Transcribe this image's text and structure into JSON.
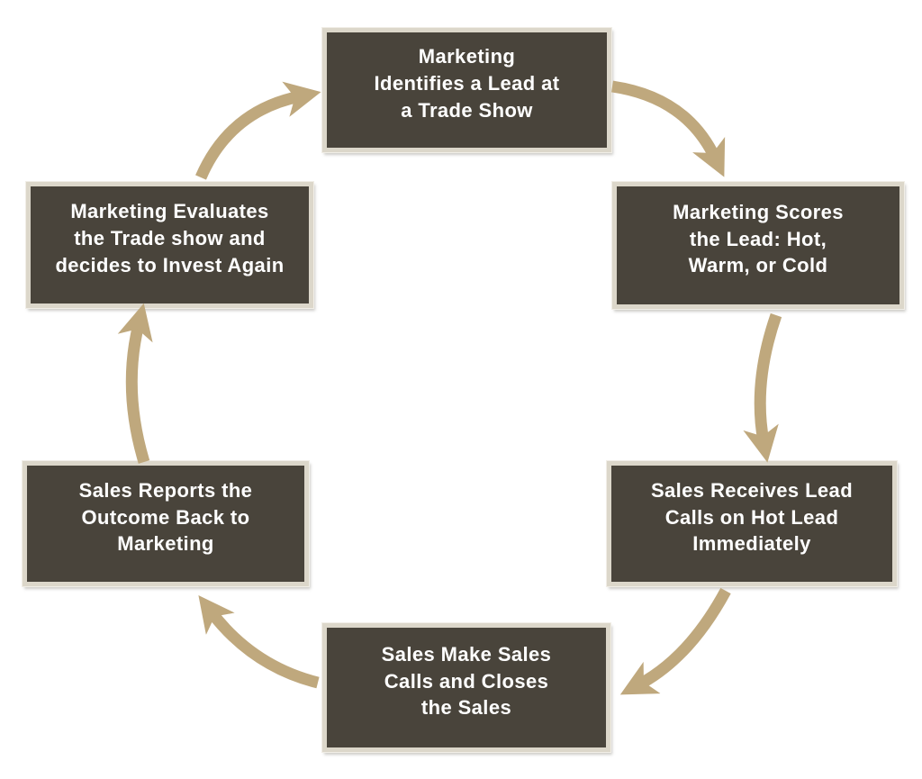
{
  "diagram": {
    "background": "#ffffff",
    "colors": {
      "box_fill": "#49443b",
      "box_border": "#dcd7ca",
      "box_text": "#ffffff",
      "arrow": "#bfa87d"
    },
    "steps": [
      {
        "id": "step-1",
        "position": "top",
        "label": "Marketing\nIdentifies a Lead at\na Trade Show"
      },
      {
        "id": "step-2",
        "position": "top-right",
        "label": "Marketing Scores\nthe Lead: Hot,\nWarm, or Cold"
      },
      {
        "id": "step-3",
        "position": "right",
        "label": "Sales Receives Lead\nCalls on Hot Lead\nImmediately"
      },
      {
        "id": "step-4",
        "position": "bottom",
        "label": "Sales Make Sales\nCalls and Closes\nthe Sales"
      },
      {
        "id": "step-5",
        "position": "left",
        "label": "Sales Reports the\nOutcome Back to\nMarketing"
      },
      {
        "id": "step-6",
        "position": "top-left",
        "label": "Marketing Evaluates\nthe Trade show and\ndecides to Invest Again"
      }
    ],
    "flows": [
      {
        "from": "step-1",
        "to": "step-2"
      },
      {
        "from": "step-2",
        "to": "step-3"
      },
      {
        "from": "step-3",
        "to": "step-4"
      },
      {
        "from": "step-4",
        "to": "step-5"
      },
      {
        "from": "step-5",
        "to": "step-6"
      },
      {
        "from": "step-6",
        "to": "step-1"
      }
    ]
  }
}
